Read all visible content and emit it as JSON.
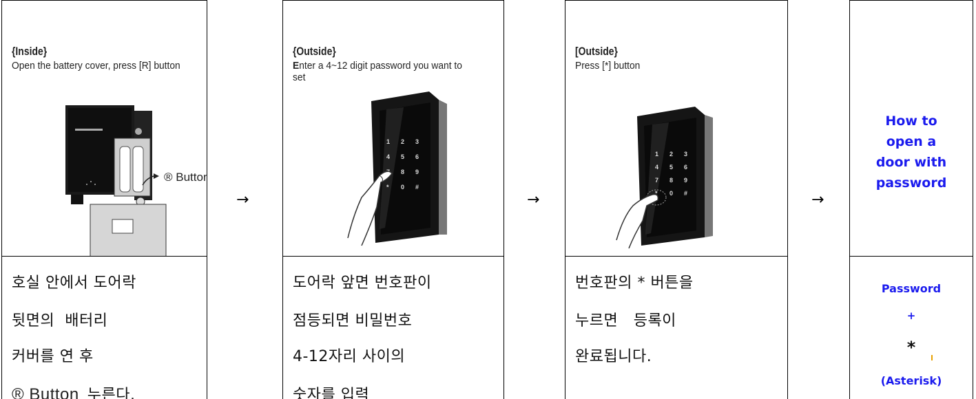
{
  "steps": [
    {
      "heading": "{Inside}",
      "subtext": "Open the battery cover, press [R] button",
      "illustration_label": "® Button",
      "korean": [
        "호실 안에서 도어락",
        "뒷면의  배터리",
        "커버를 연 후"
      ],
      "korean_last_prefix": "® Button",
      "korean_last": "누른다."
    },
    {
      "heading": "{Outside}",
      "subtext_first_letter": "E",
      "subtext_rest": "nter a 4~12 digit password you want to set",
      "korean": [
        "도어락 앞면 번호판이",
        "점등되면 비밀번호",
        "4-12자리 사이의",
        "숫자를 입력"
      ]
    },
    {
      "heading": "[Outside}",
      "subtext": "Press [*] button",
      "korean": [
        "번호판의 * 버튼을",
        "누르면   등록이",
        "완료됩니다."
      ]
    }
  ],
  "arrow": "→",
  "final": {
    "title_lines": [
      "How to",
      "open a",
      "door with",
      "password"
    ],
    "password": "Password",
    "plus": "+",
    "asterisk": "*",
    "asterisk_label": "(Asterisk)"
  },
  "keypad_keys": [
    "1",
    "2",
    "3",
    "4",
    "5",
    "6",
    "7",
    "8",
    "9",
    "*",
    "0",
    "#"
  ],
  "colors": {
    "accent": "#1a1aee",
    "border": "#000000"
  }
}
